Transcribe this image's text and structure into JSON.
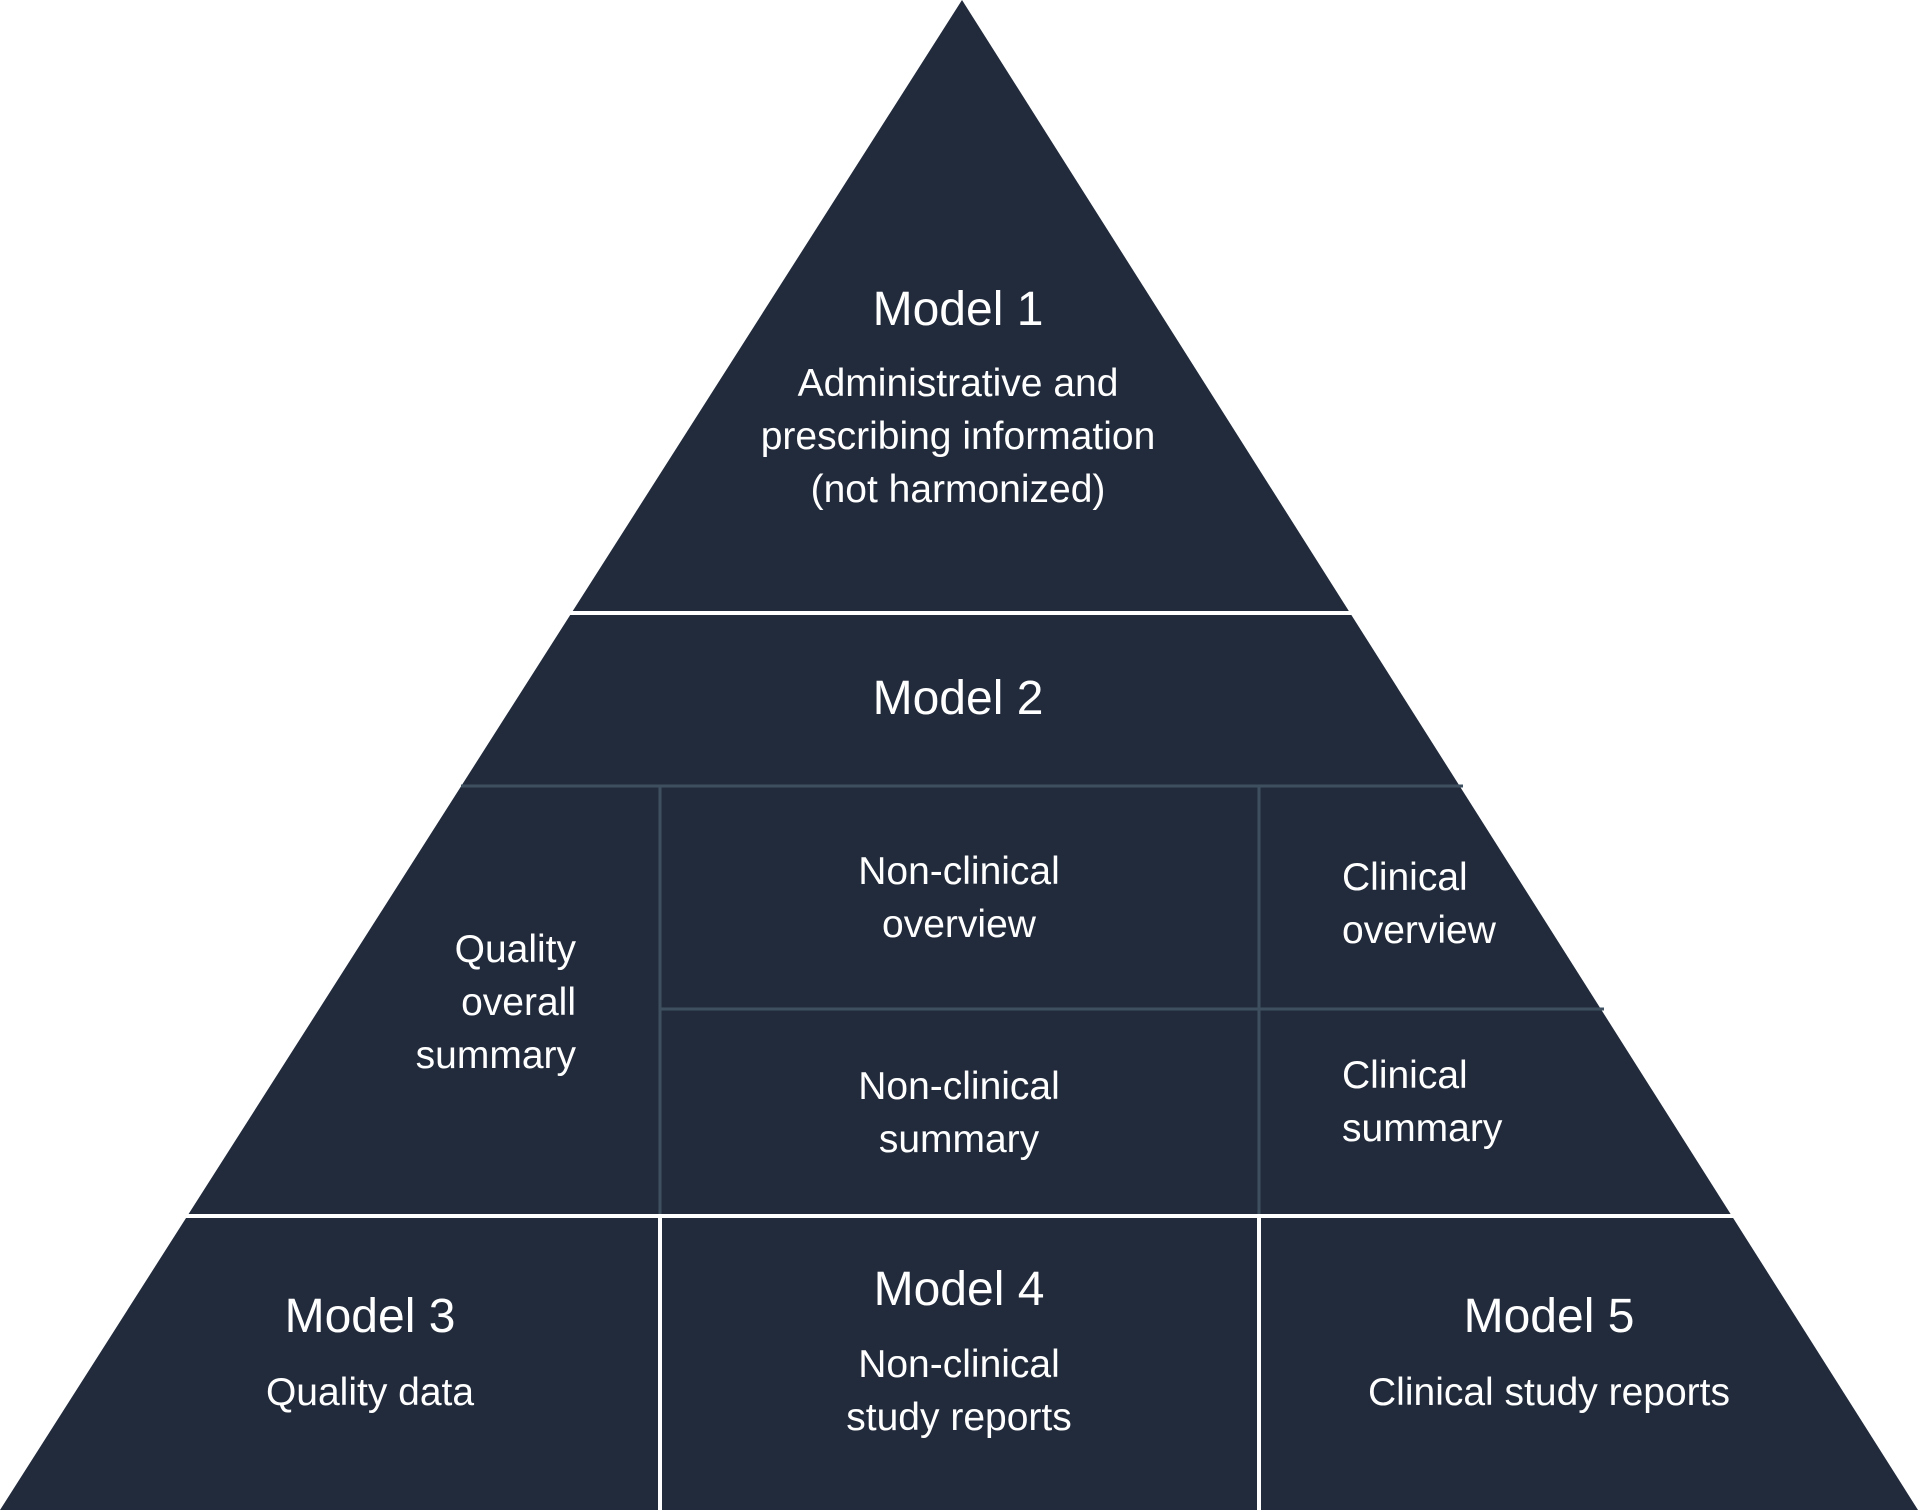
{
  "colors": {
    "fill": "#222b3c",
    "major_divider": "#ffffff",
    "minor_divider": "#3e5060"
  },
  "model1": {
    "title": "Model 1",
    "lines": [
      "Administrative and",
      "prescribing information",
      "(not harmonized)"
    ]
  },
  "model2": {
    "title": "Model 2",
    "quality_overall_summary": [
      "Quality",
      "overall",
      "summary"
    ],
    "nonclinical_overview": [
      "Non-clinical",
      "overview"
    ],
    "nonclinical_summary": [
      "Non-clinical",
      "summary"
    ],
    "clinical_overview": [
      "Clinical",
      "overview"
    ],
    "clinical_summary": [
      "Clinical",
      "summary"
    ]
  },
  "model3": {
    "title": "Model 3",
    "subtitle": "Quality data"
  },
  "model4": {
    "title": "Model 4",
    "lines": [
      "Non-clinical",
      "study reports"
    ]
  },
  "model5": {
    "title": "Model 5",
    "subtitle": "Clinical study reports"
  }
}
